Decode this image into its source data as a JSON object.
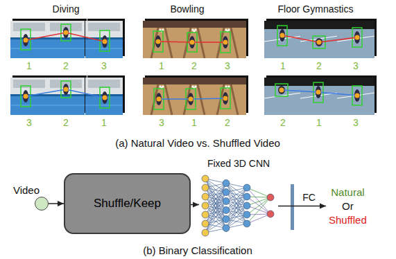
{
  "diagram": {
    "nodes": [
      {
        "text": [
          "Video"
        ]
      },
      {
        "text": [
          "Shuffle/Keep"
        ]
      },
      {
        "text": [
          "Fixed 3D CNN"
        ]
      },
      {
        "text": [
          "Natural",
          "Or",
          "Shuffled"
        ]
      }
    ],
    "edges": [
      {
        "from": 0,
        "to": 1,
        "arrow": "to"
      },
      {
        "from": 1,
        "to": 2,
        "arrow": "to"
      },
      {
        "from": 2,
        "to": 3,
        "label": "FC",
        "arrow": "to"
      }
    ],
    "labels": [
      "Diving",
      "Bowling",
      "Floor Gymnastics",
      "1",
      "2",
      "3",
      "1",
      "2",
      "3",
      "1",
      "2",
      "3",
      "3",
      "2",
      "1",
      "3",
      "1",
      "2",
      "2",
      "1",
      "3",
      "(a) Natural Video vs. Shuffled Video",
      "(b) Binary Classification"
    ]
  }
}
